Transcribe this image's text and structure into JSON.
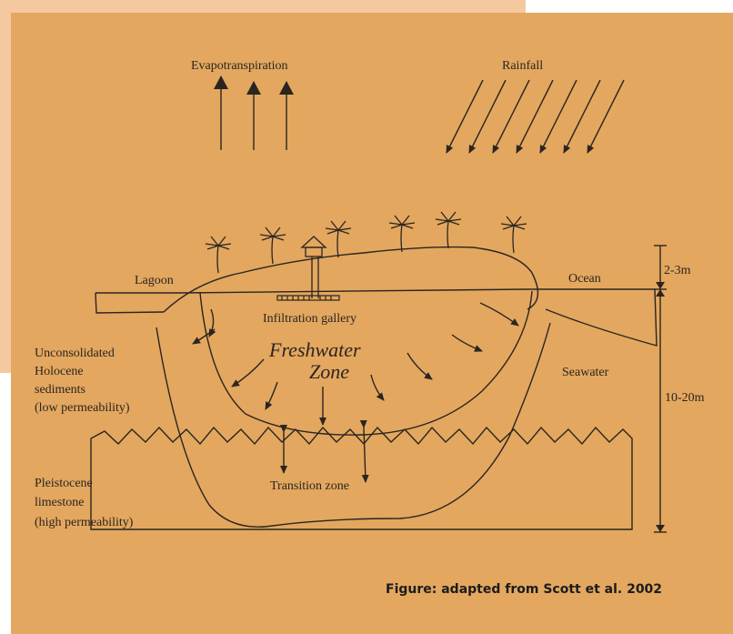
{
  "labels": {
    "evapotranspiration": "Evapotranspiration",
    "rainfall": "Rainfall",
    "lagoon": "Lagoon",
    "ocean": "Ocean",
    "infiltration_gallery": "Infiltration gallery",
    "freshwater_line1": "Freshwater",
    "freshwater_line2": "Zone",
    "seawater": "Seawater",
    "holocene": [
      "Unconsolidated",
      "Holocene",
      "sediments",
      "(low permeability)"
    ],
    "pleistocene": [
      "Pleistocene",
      "limestone",
      "(high permeability)"
    ],
    "transition_zone": "Transition zone",
    "depth_top": "2-3m",
    "depth_main": "10-20m"
  },
  "caption": "Figure:  adapted from Scott et al. 2002",
  "colors": {
    "background": "#e3a75f",
    "background_light": "#f4c9a0",
    "ink": "#2a2520"
  }
}
